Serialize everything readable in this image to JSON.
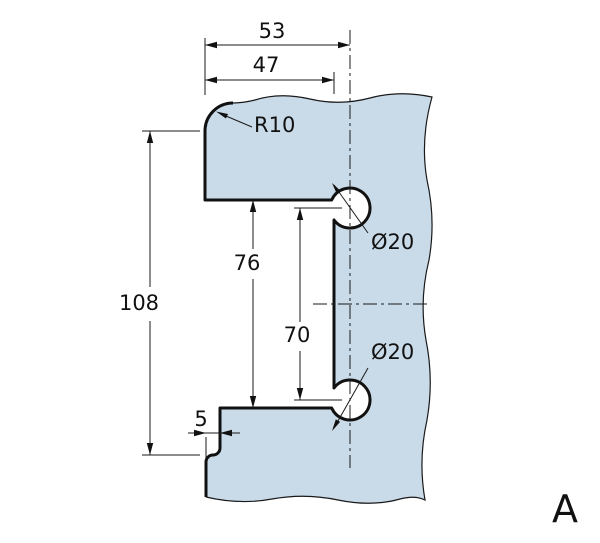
{
  "drawing": {
    "labels": {
      "dim_53": "53",
      "dim_47": "47",
      "radius": "R10",
      "dim_108": "108",
      "dim_76": "76",
      "dim_70": "70",
      "dim_5": "5",
      "hole_top": "Ø20",
      "hole_bottom": "Ø20",
      "view": "A"
    },
    "colors": {
      "glass": "#c9dae8",
      "outline": "#111111"
    }
  }
}
